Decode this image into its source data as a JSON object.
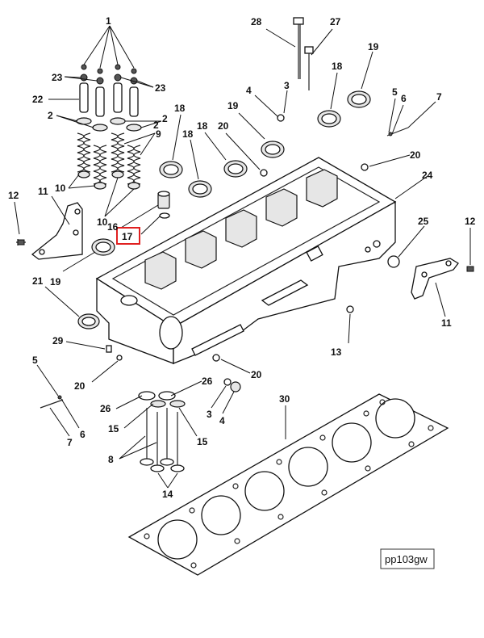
{
  "diagram": {
    "code": "pp103gw",
    "highlight_color": "#e02020",
    "callouts": [
      {
        "id": "c1",
        "text": "1"
      },
      {
        "id": "c23a",
        "text": "23"
      },
      {
        "id": "c23b",
        "text": "23"
      },
      {
        "id": "c22",
        "text": "22"
      },
      {
        "id": "c2a",
        "text": "2"
      },
      {
        "id": "c2b",
        "text": "2"
      },
      {
        "id": "c2c",
        "text": "2"
      },
      {
        "id": "c9",
        "text": "9"
      },
      {
        "id": "c10a",
        "text": "10"
      },
      {
        "id": "c10b",
        "text": "10"
      },
      {
        "id": "c11a",
        "text": "11"
      },
      {
        "id": "c12a",
        "text": "12"
      },
      {
        "id": "c16",
        "text": "16"
      },
      {
        "id": "c17",
        "text": "17"
      },
      {
        "id": "c18a",
        "text": "18"
      },
      {
        "id": "c18b",
        "text": "18"
      },
      {
        "id": "c18c",
        "text": "18"
      },
      {
        "id": "c18d",
        "text": "18"
      },
      {
        "id": "c19a",
        "text": "19"
      },
      {
        "id": "c19b",
        "text": "19"
      },
      {
        "id": "c19c",
        "text": "19"
      },
      {
        "id": "c20a",
        "text": "20"
      },
      {
        "id": "c20b",
        "text": "20"
      },
      {
        "id": "c20c",
        "text": "20"
      },
      {
        "id": "c20d",
        "text": "20"
      },
      {
        "id": "c21",
        "text": "21"
      },
      {
        "id": "c24",
        "text": "24"
      },
      {
        "id": "c25",
        "text": "25"
      },
      {
        "id": "c12b",
        "text": "12"
      },
      {
        "id": "c11b",
        "text": "11"
      },
      {
        "id": "c13",
        "text": "13"
      },
      {
        "id": "c28",
        "text": "28"
      },
      {
        "id": "c27",
        "text": "27"
      },
      {
        "id": "c4a",
        "text": "4"
      },
      {
        "id": "c3a",
        "text": "3"
      },
      {
        "id": "c5a",
        "text": "5"
      },
      {
        "id": "c6a",
        "text": "6"
      },
      {
        "id": "c7a",
        "text": "7"
      },
      {
        "id": "c29",
        "text": "29"
      },
      {
        "id": "c5b",
        "text": "5"
      },
      {
        "id": "c6b",
        "text": "6"
      },
      {
        "id": "c7b",
        "text": "7"
      },
      {
        "id": "c26a",
        "text": "26"
      },
      {
        "id": "c26b",
        "text": "26"
      },
      {
        "id": "c3b",
        "text": "3"
      },
      {
        "id": "c4b",
        "text": "4"
      },
      {
        "id": "c15a",
        "text": "15"
      },
      {
        "id": "c15b",
        "text": "15"
      },
      {
        "id": "c8",
        "text": "8"
      },
      {
        "id": "c14",
        "text": "14"
      },
      {
        "id": "c30",
        "text": "30"
      }
    ]
  }
}
